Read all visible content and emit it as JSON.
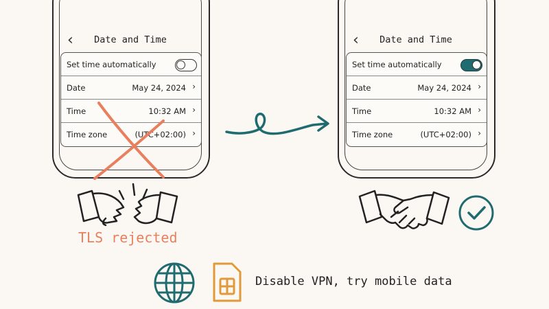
{
  "left_phone": {
    "title": "Date and Time",
    "rows": [
      {
        "label": "Set time automatically",
        "toggle": "off"
      },
      {
        "label": "Date",
        "value": "May 24, 2024"
      },
      {
        "label": "Time",
        "value": "10:32 AM"
      },
      {
        "label": "Time zone",
        "value": "(UTC+02:00)"
      }
    ]
  },
  "right_phone": {
    "title": "Date and Time",
    "rows": [
      {
        "label": "Set time automatically",
        "toggle": "on"
      },
      {
        "label": "Date",
        "value": "May 24, 2024"
      },
      {
        "label": "Time",
        "value": "10:32 AM"
      },
      {
        "label": "Time zone",
        "value": "(UTC+02:00)"
      }
    ]
  },
  "status": {
    "rejected_label": "TLS rejected"
  },
  "hint": {
    "text": "Disable VPN, try mobile data"
  },
  "icons": {
    "back": "chevron-left-icon",
    "row_chevron": "chevron-right-icon",
    "cross": "cross-mark-icon",
    "arrow": "squiggle-arrow-icon",
    "broken_handshake": "broken-handshake-icon",
    "handshake": "handshake-icon",
    "check": "check-circle-icon",
    "globe": "globe-icon",
    "sim": "sim-card-icon"
  },
  "colors": {
    "accent_teal": "#1f6b70",
    "error_salmon": "#e87f5e",
    "sim_orange": "#e09a3a"
  }
}
